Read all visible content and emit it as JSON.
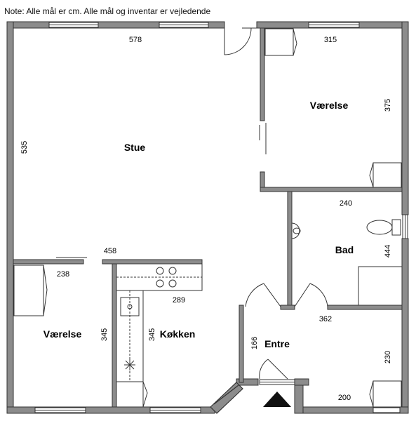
{
  "note": "Note: Alle mål er cm. Alle mål og inventar er vejledende",
  "rooms": {
    "stue": "Stue",
    "vaerelse_ne": "Værelse",
    "bad": "Bad",
    "vaerelse_sw": "Værelse",
    "koekken": "Køkken",
    "entre": "Entre"
  },
  "dimensions": {
    "stue_width": "578",
    "stue_height": "535",
    "stue_inner": "458",
    "vaerelse_ne_width": "315",
    "vaerelse_ne_height": "375",
    "bad_width": "240",
    "bad_height": "444",
    "vaerelse_sw_width": "238",
    "vaerelse_sw_height": "345",
    "koekken_width": "289",
    "koekken_height": "345",
    "entre_height": "166",
    "hall_width": "362",
    "vaerelse_se_height": "230",
    "vaerelse_se_width": "200"
  }
}
